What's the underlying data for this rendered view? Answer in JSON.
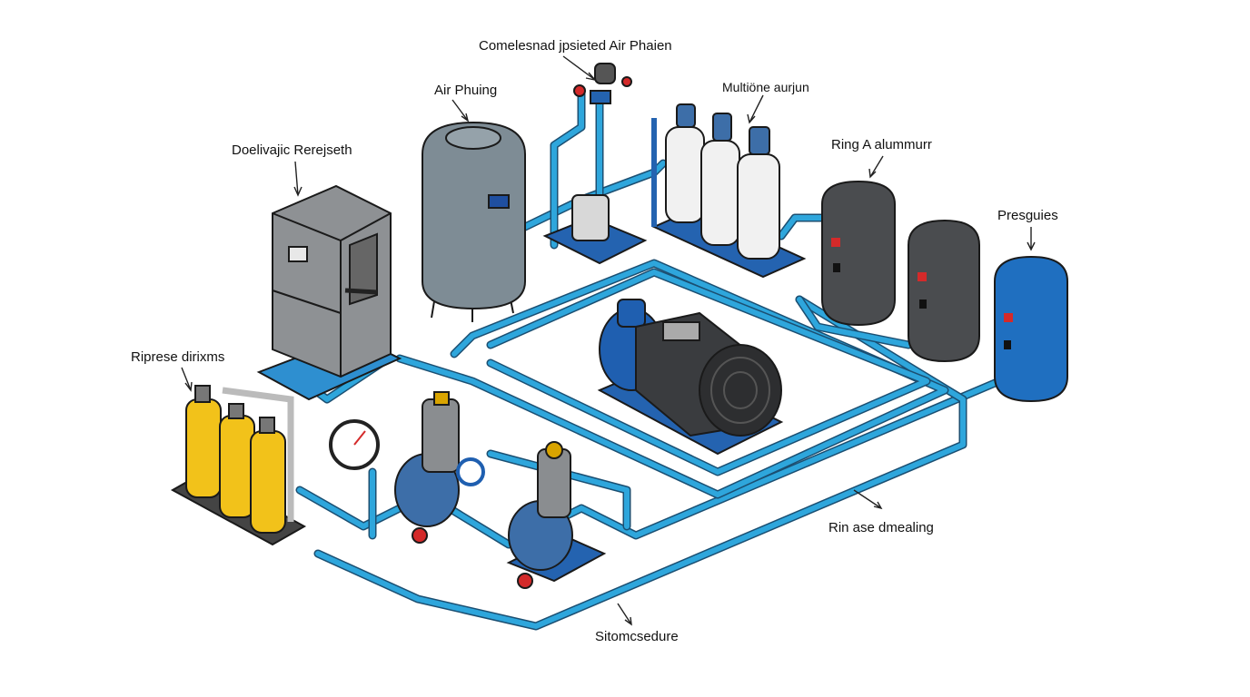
{
  "labels": {
    "top_center": "Comelesnad jpsieted Air Phaien",
    "air_tank": "Air Phuing",
    "filters": "Multiöne aurjun",
    "dark_tank": "Ring A alummurr",
    "blue_tank": "Presguies",
    "cabinet": "Doelivajic Rerejseth",
    "yellow_cylinders": "Riprese dirixms",
    "pipe_loop": "Rin ase dmealing",
    "bottom_pipe": "Sitomcsedure"
  },
  "colors": {
    "pipe": "#2ea6dc",
    "pipe_outline": "#1b4f72",
    "steel_gray": "#8a8d90",
    "dark_tank": "#4a4c4f",
    "blue_tank": "#1f6fc0",
    "yellow": "#f2c21a",
    "frame_blue": "#2463b0"
  }
}
